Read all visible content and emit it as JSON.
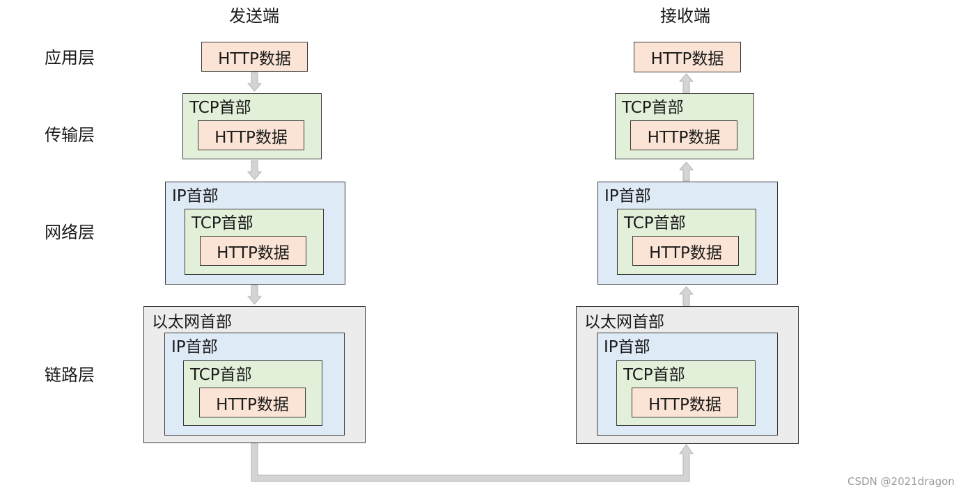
{
  "columns": {
    "sender": "发送端",
    "receiver": "接收端"
  },
  "layers": [
    "应用层",
    "传输层",
    "网络层",
    "链路层"
  ],
  "packet": {
    "http": "HTTP数据",
    "tcp": "TCP首部",
    "ip": "IP首部",
    "eth": "以太网首部"
  },
  "colors": {
    "http": "#fbe4d5",
    "tcp": "#e2efd9",
    "ip": "#deeaf6",
    "eth": "#ececec",
    "arrow": "#d4d4d4"
  },
  "watermark": "CSDN @2021dragon"
}
